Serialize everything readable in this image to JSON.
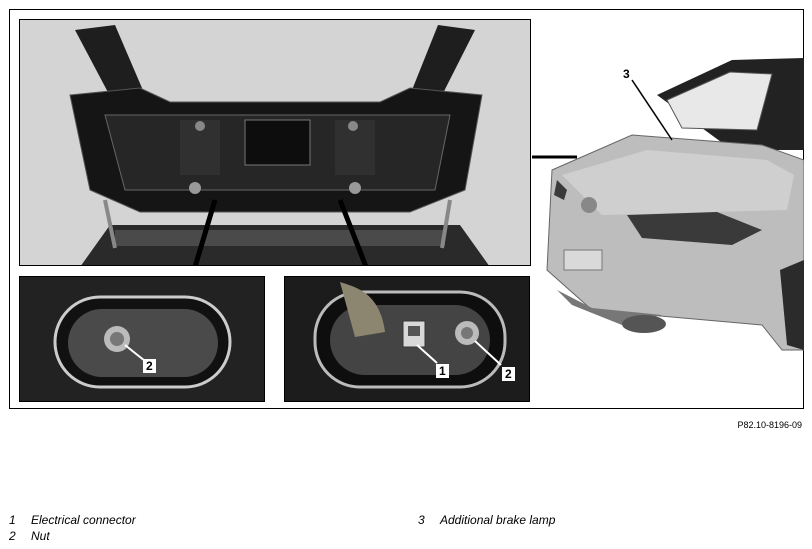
{
  "figure": {
    "callouts": {
      "c1": "1",
      "c2_left": "2",
      "c2_right": "2",
      "c3": "3"
    },
    "ref_code": "P82.10-8196-09"
  },
  "legend": {
    "items": [
      {
        "num": "1",
        "text": "Electrical connector"
      },
      {
        "num": "2",
        "text": "Nut"
      },
      {
        "num": "3",
        "text": "Additional brake lamp"
      }
    ]
  }
}
